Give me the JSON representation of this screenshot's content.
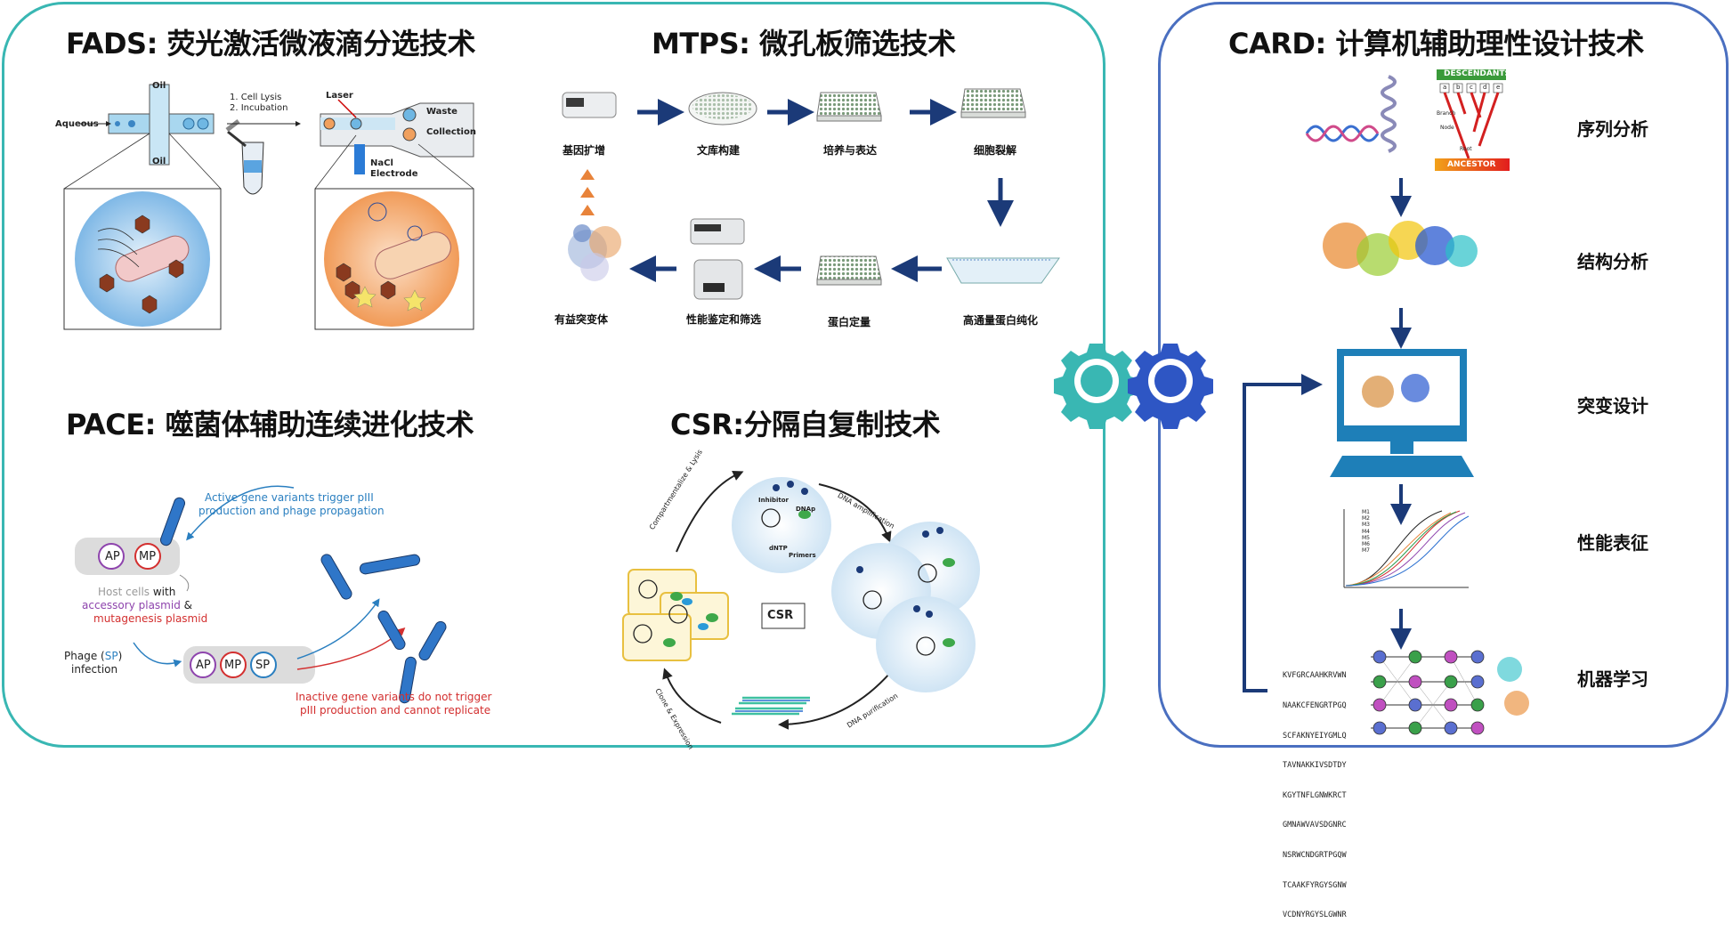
{
  "sections": {
    "fads": {
      "title": "FADS: 荧光激活微液滴分选技术",
      "labels": {
        "oil_top": "Oil",
        "oil_bottom": "Oil",
        "aqueous": "Aqueous",
        "steps": "1. Cell Lysis",
        "steps2": "2. Incubation",
        "laser": "Laser",
        "waste": "Waste",
        "collection": "Collection",
        "electrode1": "NaCl",
        "electrode2": "Electrode"
      }
    },
    "mtps": {
      "title": "MTPS: 微孔板筛选技术",
      "steps": [
        "基因扩增",
        "文库构建",
        "培养与表达",
        "细胞裂解",
        "高通量蛋白纯化",
        "蛋白定量",
        "性能鉴定和筛选",
        "有益突变体"
      ]
    },
    "pace": {
      "title": "PACE: 噬菌体辅助连续进化技术",
      "active_text_1": "Active gene variants trigger pIII",
      "active_text_2": "production and phage propagation",
      "host_1": "Host cells",
      "host_with": " with",
      "accessory": "accessory plasmid",
      "amp": " &",
      "mutagenesis": "mutagenesis plasmid",
      "phage_1": "Phage (",
      "phage_sp": "SP",
      "phage_2": ")",
      "infection": "infection",
      "inactive_1": "Inactive gene variants do not trigger",
      "inactive_2": "pIII production and cannot replicate",
      "plasmids_top": [
        "AP",
        "MP"
      ],
      "plasmids_bottom": [
        "AP",
        "MP",
        "SP"
      ]
    },
    "csr": {
      "title": "CSR:分隔自复制技术",
      "center": "CSR",
      "arc_labels": [
        "Compartmentalize & Lysis",
        "DNA amplification",
        "DNA purification",
        "Clone & Expression"
      ],
      "droplet_labels": [
        "Inhibitor",
        "DNAp",
        "dNTP",
        "Primers"
      ]
    },
    "card": {
      "title": "CARD: 计算机辅助理性设计技术",
      "steps": [
        "序列分析",
        "结构分析",
        "突变设计",
        "性能表征",
        "机器学习"
      ],
      "tree_top": "DESCENDANTS",
      "tree_bottom": "ANCESTOR",
      "tree_labels": [
        "Branch",
        "Node",
        "Root"
      ],
      "tree_leaves": [
        "a",
        "b",
        "c",
        "d",
        "e"
      ],
      "legend": [
        "M1",
        "M2",
        "M3",
        "M4",
        "M5",
        "M6",
        "M7"
      ],
      "sequences": [
        "KVFGRCAAHKRVWN",
        "NAAKCFENGRTPGQ",
        "SCFAKNYEIYGMLQ",
        "TAVNAKKIVSDTDY",
        "KGYTNFLGNWKRCT",
        "GMNAWVAVSDGNRC",
        "NSRWCNDGRTPGQW",
        "TCAAKFYRGYSGNW",
        "VCDNYRGYSLGWNR"
      ]
    }
  },
  "colors": {
    "teal": "#39b7b3",
    "blue": "#4a6fc0",
    "navy": "#1b3a78",
    "orange": "#e8833a",
    "red": "#d32f2f",
    "purple": "#8e44ad"
  },
  "icons": [
    "gear-icon-teal",
    "gear-icon-blue",
    "dna-icon",
    "computer-monitor-icon",
    "keyboard-icon",
    "plate-icon",
    "petri-dish-icon",
    "thermocycler-icon"
  ]
}
